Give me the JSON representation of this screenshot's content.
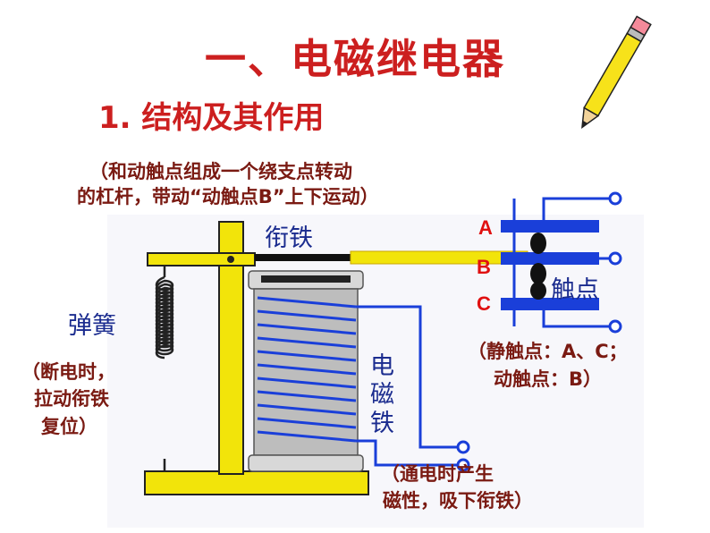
{
  "title": "一、电磁继电器",
  "subtitle": "1. 结构及其作用",
  "armature_note": {
    "line1": "（和动触点组成一个绕支点转动",
    "line2": "的杠杆，带动“动触点B”上下运动）"
  },
  "labels": {
    "armature": "衔铁",
    "spring": "弹簧",
    "contacts": "触点",
    "electromagnet_1": "电",
    "electromagnet_2": "磁",
    "electromagnet_3": "铁"
  },
  "spring_note": {
    "line1": "（断电时，",
    "line2": "拉动衔铁",
    "line3": "复位）"
  },
  "contacts_letters": {
    "a": "A",
    "b": "B",
    "c": "C"
  },
  "contacts_note": {
    "line1": "（静触点：A、C；",
    "line2": "动触点：B）"
  },
  "electromagnet_note": {
    "line1": "（通电时产生",
    "line2": "磁性，吸下衔铁）"
  },
  "colors": {
    "title": "#cc1f1f",
    "note": "#7a1a12",
    "label": "#1b2c8f",
    "coil": "#1a3fd9",
    "frame": "#f2e40a",
    "contact_letter": "#e01010"
  },
  "icons": {
    "pencil": "pencil-icon"
  }
}
